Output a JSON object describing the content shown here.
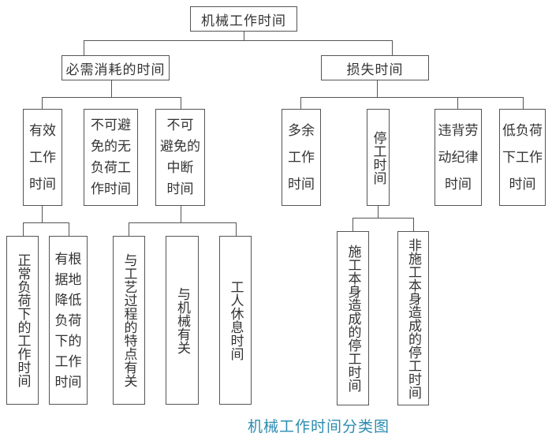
{
  "title": "机械工作时间",
  "caption": "机械工作时间分类图",
  "caption_color": "#2b8cb0",
  "level1": {
    "necessary": "必需消耗的时间",
    "loss": "损失时间"
  },
  "necessary_children": {
    "effective": [
      "有效",
      "工作",
      "时间"
    ],
    "unavoidable_idle": [
      "不可避",
      "免的无",
      "负荷工",
      "作时间"
    ],
    "unavoidable_interrupt": [
      "不可",
      "避免的",
      "中断",
      "时间"
    ]
  },
  "loss_children": {
    "surplus": [
      "多余",
      "工作",
      "时间"
    ],
    "stoppage": "停工时间",
    "discipline": [
      "违背劳",
      "动纪律",
      "时间"
    ],
    "low_load": [
      "低负荷",
      "下工作",
      "时间"
    ]
  },
  "effective_children": {
    "normal_load": "正常负荷下的工作时间",
    "reduced_load": [
      "有根",
      "据地",
      "降低",
      "负荷",
      "下的",
      "工作",
      "时间"
    ]
  },
  "interrupt_children": {
    "process": "与工艺过程的特点有关",
    "machine": "与机械有关",
    "rest": "工人休息时间"
  },
  "stoppage_children": {
    "construction": "施工本身造成的停工时间",
    "non_construction": "非施工本身造成的停工时间"
  }
}
